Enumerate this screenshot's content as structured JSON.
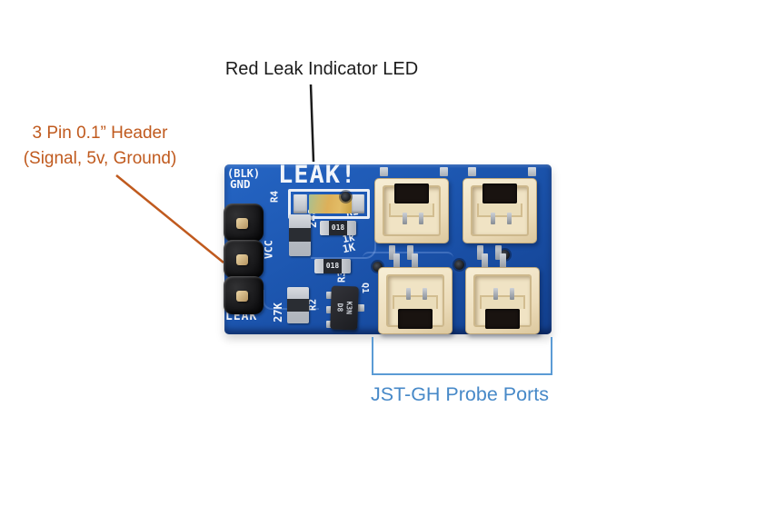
{
  "annotations": {
    "led": {
      "text": "Red Leak Indicator LED",
      "color": "#1b1b1b"
    },
    "header": {
      "line1": "3 Pin 0.1” Header",
      "line2": "(Signal, 5v, Ground)",
      "color": "#c05a1e"
    },
    "probe_ports": {
      "text": "JST-GH Probe Ports",
      "color": "#4789c8",
      "bracket_color": "#5b9bd5"
    }
  },
  "board": {
    "silkscreen": {
      "blk": "(BLK)",
      "gnd": "GND",
      "title": "LEAK!",
      "leak_pin": "LEAK",
      "r1": "R1",
      "r2": "R2",
      "r3": "R3",
      "r4": "R4",
      "q1": "Q1",
      "vcc": "VCC",
      "r_27k": "27K",
      "r_248": "248",
      "r_1k_a": "1k",
      "r_1k_b": "1K"
    },
    "markings": {
      "res018_a": "018",
      "res018_b": "018",
      "transistor_line1": "K3N",
      "transistor_line2": "D8"
    },
    "colors": {
      "pcb_blue": "#1c55ae",
      "connector_cream": "#efe3c6",
      "pin_gold": "#cfb183",
      "led_amber": "#ddb059"
    }
  }
}
